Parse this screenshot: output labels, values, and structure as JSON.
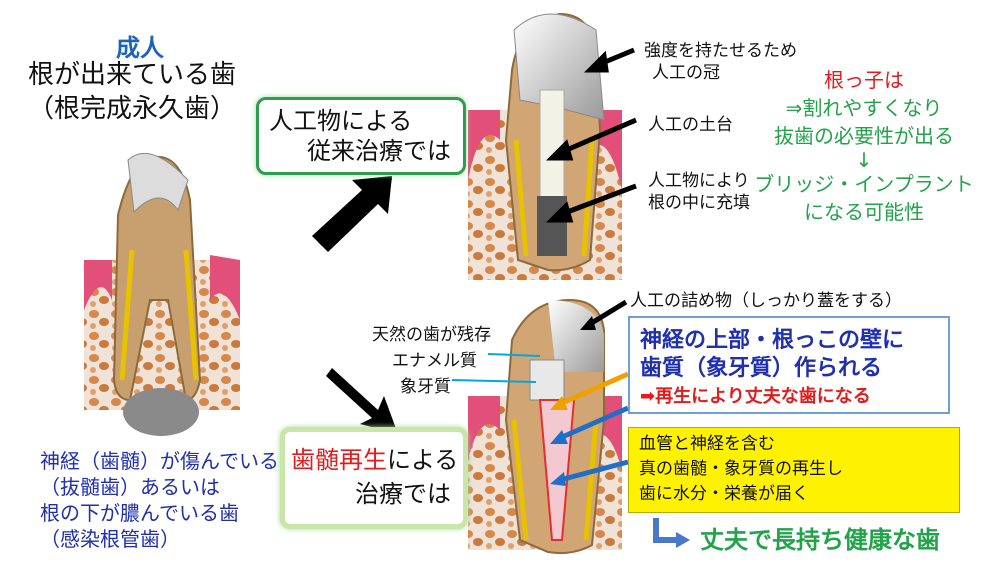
{
  "left": {
    "adult": "成人",
    "desc_line1": "根が出来ている歯",
    "desc_line2": "（根完成永久歯）",
    "damage_lines": [
      "神経（歯髄）が傷んでいる",
      "（抜髄歯）あるいは",
      "根の下が膿んでいる歯",
      "（感染根管歯）"
    ]
  },
  "conventional": {
    "box_line1": "人工物による",
    "box_line2": "従来治療では",
    "label_crown_1": "強度を持たせるため",
    "label_crown_2": "人工の冠",
    "label_post": "人工の土台",
    "label_fill_1": "人工物により",
    "label_fill_2": "根の中に充填",
    "note_title": "根っ子は",
    "note_line1": "⇒割れやすくなり",
    "note_line2": "抜歯の必要性が出る",
    "note_arrow": "↓",
    "note_line3": "ブリッジ・インプラント",
    "note_line4": "になる可能性"
  },
  "regenerative": {
    "box_highlight": "歯髄再生",
    "box_line1_rest": "による",
    "box_line2": "治療では",
    "label_filling": "人工の詰め物（しっかり蓋をする）",
    "label_natural": "天然の歯が残存",
    "label_enamel": "エナメル質",
    "label_dentin": "象牙質",
    "blue_line1": "神経の上部・根っこの壁に",
    "blue_line2": "歯質（象牙質）作られる",
    "blue_line3": "➡再生により丈夫な歯になる",
    "yellow_line1": "血管と神経を含む",
    "yellow_line2": "真の歯髄・象牙質の再生し",
    "yellow_line3": "歯に水分・栄養が届く",
    "final": "丈夫で長持ち健康な歯"
  },
  "colors": {
    "blue_title": "#1b64b8",
    "green": "#22a34a",
    "red": "#e31b1b",
    "navy": "#1f2fb0",
    "yellow": "#fff200"
  }
}
